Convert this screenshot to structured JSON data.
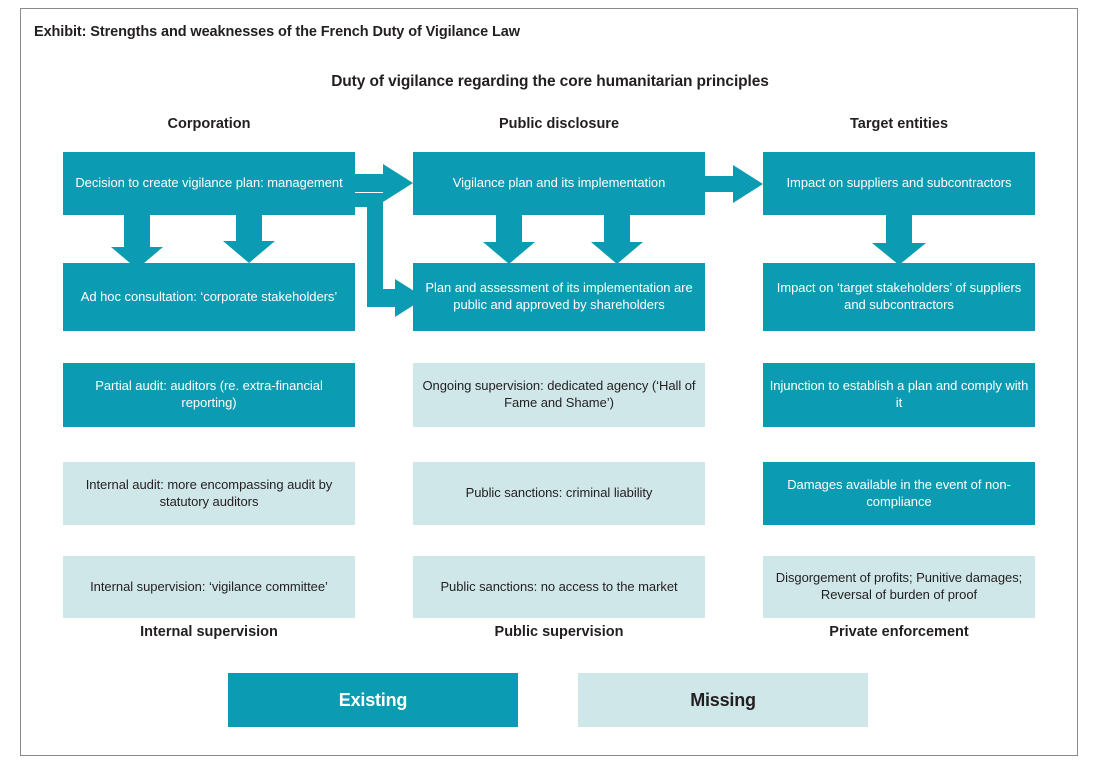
{
  "exhibit": {
    "caption": "Exhibit: Strengths and weaknesses of the French Duty of Vigilance Law",
    "title": "Duty of vigilance regarding the core humanitarian principles"
  },
  "colors": {
    "existing": "#0b9bb2",
    "missing": "#cfe7e9",
    "text_dark": "#231f20",
    "frame_border": "#8a8a8a"
  },
  "columns": [
    {
      "header": "Corporation",
      "footer": "Internal supervision"
    },
    {
      "header": "Public disclosure",
      "footer": "Public supervision"
    },
    {
      "header": "Target entities",
      "footer": "Private enforcement"
    }
  ],
  "flow_boxes": [
    {
      "id": "decision",
      "column": 1,
      "state": "Existing",
      "text": "Decision to create vigilance plan: management"
    },
    {
      "id": "adhoc",
      "column": 1,
      "state": "Existing",
      "text": "Ad hoc consultation: ‘corporate stakeholders’"
    },
    {
      "id": "vigilance-plan",
      "column": 2,
      "state": "Existing",
      "text": "Vigilance plan and its implementation"
    },
    {
      "id": "plan-assessment",
      "column": 2,
      "state": "Existing",
      "text": "Plan and assessment of its implementation are public and approved by shareholders"
    },
    {
      "id": "impact-suppliers",
      "column": 3,
      "state": "Existing",
      "text": "Impact on suppliers and subcontractors"
    },
    {
      "id": "impact-target",
      "column": 3,
      "state": "Existing",
      "text": "Impact on ‘target stakeholders’ of suppliers and subcontractors"
    }
  ],
  "rows": [
    {
      "row": 1,
      "cells": [
        {
          "id": "partial-audit",
          "state": "Existing",
          "text": "Partial audit: auditors (re. extra-financial reporting)"
        },
        {
          "id": "ongoing-supervision",
          "state": "Missing",
          "text": "Ongoing supervision: dedicated agency (‘Hall of Fame and Shame’)"
        },
        {
          "id": "injunction",
          "state": "Existing",
          "text": "Injunction to establish a plan and comply with it"
        }
      ]
    },
    {
      "row": 2,
      "cells": [
        {
          "id": "internal-audit",
          "state": "Missing",
          "text": "Internal audit: more encompassing audit by statutory auditors"
        },
        {
          "id": "public-criminal",
          "state": "Missing",
          "text": "Public sanctions: criminal liability"
        },
        {
          "id": "damages",
          "state": "Existing",
          "text": "Damages available in the event of non-compliance"
        }
      ]
    },
    {
      "row": 3,
      "cells": [
        {
          "id": "internal-supervision",
          "state": "Missing",
          "text": "Internal supervision: ‘vigilance committee’"
        },
        {
          "id": "public-market",
          "state": "Missing",
          "text": "Public sanctions: no access to the market"
        },
        {
          "id": "disgorgement",
          "state": "Missing",
          "text": "Disgorgement of profits; Punitive damages; Reversal of burden of proof"
        }
      ]
    }
  ],
  "legend": [
    {
      "id": "existing",
      "label": "Existing"
    },
    {
      "id": "missing",
      "label": "Missing"
    }
  ],
  "connectors": [
    {
      "id": "decision-to-adhoc",
      "direction": "down"
    },
    {
      "id": "adhoc-to-decision",
      "direction": "up"
    },
    {
      "id": "decision-to-vigilance-plan",
      "direction": "right"
    },
    {
      "id": "decision-to-plan-assessment",
      "direction": "right-branch-down"
    },
    {
      "id": "vigilance-plan-to-assessment",
      "direction": "down"
    },
    {
      "id": "assessment-to-vigilance-plan",
      "direction": "up"
    },
    {
      "id": "vigilance-plan-to-impact",
      "direction": "right"
    },
    {
      "id": "impact-suppliers-to-target",
      "direction": "down"
    }
  ]
}
